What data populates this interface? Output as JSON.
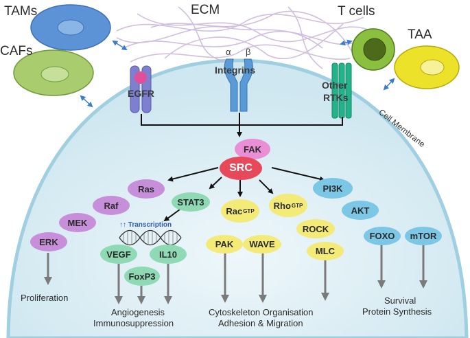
{
  "labels": {
    "tams": "TAMs",
    "ecm": "ECM",
    "tcells": "T cells",
    "cafs": "CAFs",
    "taa": "TAA",
    "cell_membrane": "Cell Membrane"
  },
  "receptors": {
    "alpha": "α",
    "beta": "β",
    "integrins": "Integrins",
    "egfr": "EGFR",
    "other_rtks_line1": "Other",
    "other_rtks_line2": "RTKs"
  },
  "nodes": {
    "fak": "FAK",
    "src": "SRC",
    "ras": "Ras",
    "raf": "Raf",
    "mek": "MEK",
    "erk": "ERK",
    "stat3": "STAT3",
    "rac": "Rac",
    "rac_sub": "GTP",
    "rho": "Rho",
    "rho_sub": "GTP",
    "pi3k": "PI3K",
    "akt": "AKT",
    "rock": "ROCK",
    "mlc": "MLC",
    "pak": "PAK",
    "wave": "WAVE",
    "vegf": "VEGF",
    "il10": "IL10",
    "foxp3": "FoxP3",
    "foxo": "FOXO",
    "mtor": "mTOR"
  },
  "transcription": "↑↑ Transcription",
  "outcomes": {
    "proliferation": "Proliferation",
    "angiogenesis": "Angiogenesis",
    "immunosuppression": "Immunosuppression",
    "cytoskeleton": "Cytoskeleton Organisation",
    "adhesion": "Adhesion & Migration",
    "survival": "Survival",
    "protein_synthesis": "Protein Synthesis"
  },
  "colors": {
    "cell_fill": "#d4ebf2",
    "membrane": "#a8d4e4",
    "purple_node": "#c78fd9",
    "green_node": "#8fd9b5",
    "yellow_node": "#f3ea78",
    "blue_node": "#7cc6e6",
    "src_node": "#e8495a",
    "fak_node": "#ea8fd6",
    "arrow_gray": "#7a7a7a"
  }
}
